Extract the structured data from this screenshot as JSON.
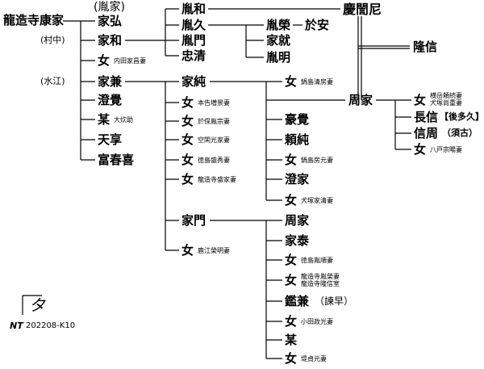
{
  "root": {
    "name": "龍造寺康家"
  },
  "labels": {
    "toshiie": "(胤家)",
    "murachu": "(村中)",
    "mizue": "(水江)"
  },
  "gen1": {
    "iehiro": "家弘",
    "iekazu": "家和",
    "iekazu_daughter": "女",
    "iekazu_daughter_note": "内田家昌妻",
    "iekane": "家兼",
    "chokaku": "澄覺",
    "bou": "某",
    "bou_note": "大炊助",
    "tenkyo": "天享",
    "fushunki": "富春喜"
  },
  "gen2_upper": {
    "tanekazu": "胤和",
    "tanehisa": "胤久",
    "tanekado": "胤門",
    "tadakiyo": "忠清"
  },
  "gen3_upper": {
    "taneei": "胤榮",
    "oyasu": "於安",
    "ienari": "家就",
    "taneaki": "胤明"
  },
  "keiginni": "慶誾尼",
  "takanobu": "隆信",
  "iezumi_line": {
    "iezumi": "家純",
    "daughter_top": "女",
    "daughter_top_note": "鍋島清房妻",
    "daughters": [
      {
        "name": "女",
        "note": "本告増景妻"
      },
      {
        "name": "女",
        "note": "於保胤宗妻"
      },
      {
        "name": "女",
        "note": "空閑光家妻"
      },
      {
        "name": "女",
        "note": "徳島盛秀妻"
      },
      {
        "name": "女",
        "note": "龍造寺盛家妻"
      }
    ],
    "gokaku": "豪覺",
    "raijun": "頼純",
    "daughter_mid": "女",
    "daughter_mid_note": "鍋島房元妻",
    "choka": "澄家",
    "daughter_low": "女",
    "daughter_low_note": "犬塚家清妻"
  },
  "chika": {
    "name": "周家",
    "children": [
      {
        "name": "女",
        "note": "横岳頼続妻",
        "note2": "犬塚尚重妻"
      },
      {
        "name": "長信",
        "bracket": "【後多久】"
      },
      {
        "name": "信周",
        "bracket": "（須古）"
      },
      {
        "name": "女",
        "note": "八戸宗暘妻"
      }
    ]
  },
  "iekado_line": {
    "iekado": "家門",
    "daughter": "女",
    "daughter_note": "鹿江榮明妻",
    "chika2": "周家",
    "ieyasu": "家泰",
    "d1": "女",
    "d1_note": "徳島胤順妻",
    "d2": "女",
    "d2_note": "龍造寺胤榮妻",
    "d2_note2": "龍造寺隆信室",
    "kankane": "鑑兼",
    "kankane_alias": "（諫早）",
    "d3": "女",
    "d3_note": "小田政光妻",
    "bou2": "某",
    "d4": "女",
    "d4_note": "堤貞元妻"
  },
  "footer": {
    "initials": "NT",
    "code": "202208-K10",
    "logo_glyph": "タ"
  }
}
